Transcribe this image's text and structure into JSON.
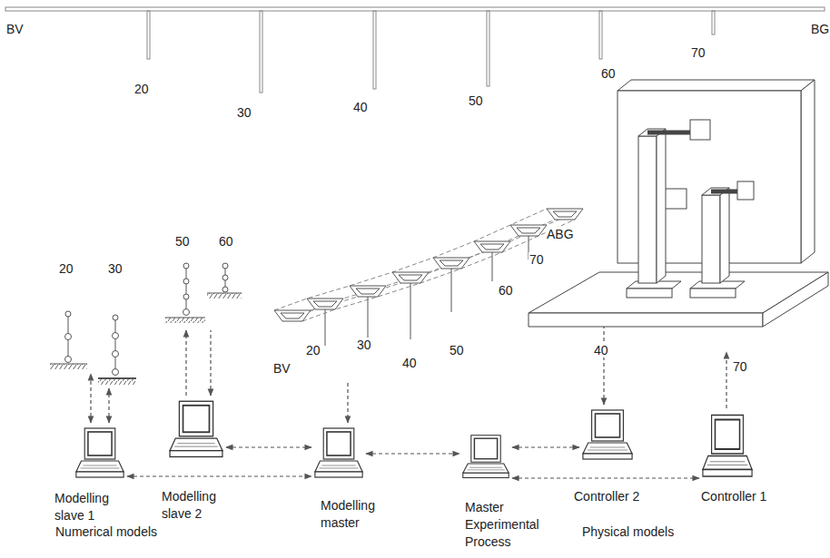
{
  "diagram": {
    "nodes": [
      {
        "text": [
          "Modelling slave 1"
        ]
      },
      {
        "text": [
          "Modelling slave 2"
        ]
      },
      {
        "text": [
          "Modelling master"
        ]
      },
      {
        "text": [
          "Master Experimental Process"
        ]
      },
      {
        "text": [
          "Controller 2"
        ]
      },
      {
        "text": [
          "Controller 1"
        ]
      }
    ],
    "edges": [
      {
        "from": 1,
        "to": 2,
        "arrow": "both"
      },
      {
        "from": 0,
        "to": 2,
        "arrow": "both"
      },
      {
        "from": 2,
        "to": 3,
        "arrow": "both"
      },
      {
        "from": 3,
        "to": 4,
        "arrow": "both"
      },
      {
        "from": 3,
        "to": 5,
        "arrow": "both"
      }
    ],
    "labels": [
      "BV",
      "BG",
      "20",
      "30",
      "40",
      "50",
      "60",
      "70",
      "20",
      "30",
      "50",
      "60",
      "BV",
      "20",
      "30",
      "40",
      "50",
      "60",
      "70",
      "ABG",
      "40",
      "70",
      "Numerical models",
      "Physical models"
    ]
  }
}
